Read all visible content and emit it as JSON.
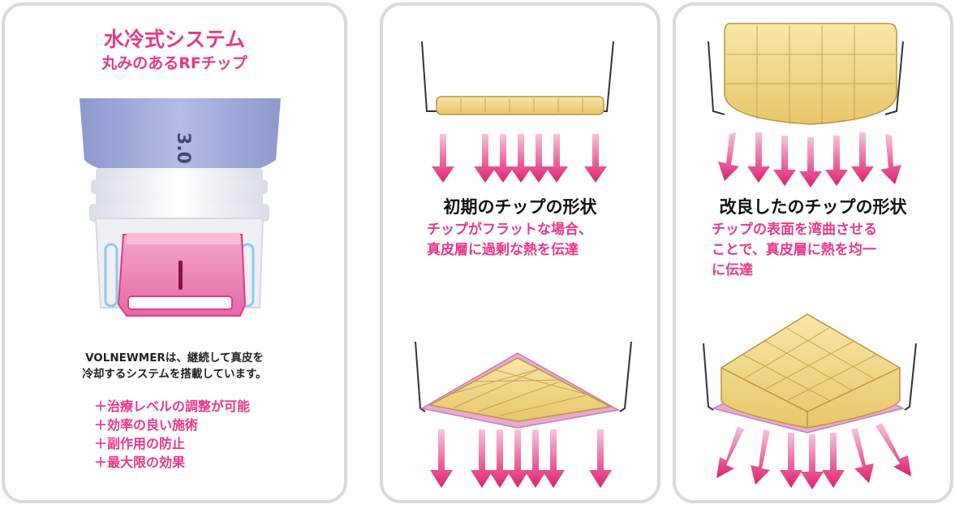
{
  "panel1": {
    "title": "水冷式システム",
    "subtitle": "丸みのあるRFチップ",
    "device_label": "3.0",
    "description_line1": "VOLNEWMERは、継続して真皮を",
    "description_line2": "冷却するシステムを搭載しています。",
    "benefits": [
      "＋治療レベルの調整が可能",
      "＋効率の良い施術",
      "＋副作用の防止",
      "＋最大限の効果"
    ]
  },
  "panel2": {
    "title": "初期のチップの形状",
    "desc_line1": "チップがフラットな場合、",
    "desc_line2": "真皮層に過剰な熱を伝達"
  },
  "panel3": {
    "title": "改良したのチップの形状",
    "desc_line1": "チップの表面を湾曲させる",
    "desc_line2": "ことで、真皮層に熱を均一",
    "desc_line3": "に伝達"
  },
  "colors": {
    "accent_pink": "#e8388a",
    "tip_yellow": "#f3d98a",
    "device_lavender": "#9aa6d6",
    "border_gray": "#d9d9d9"
  }
}
